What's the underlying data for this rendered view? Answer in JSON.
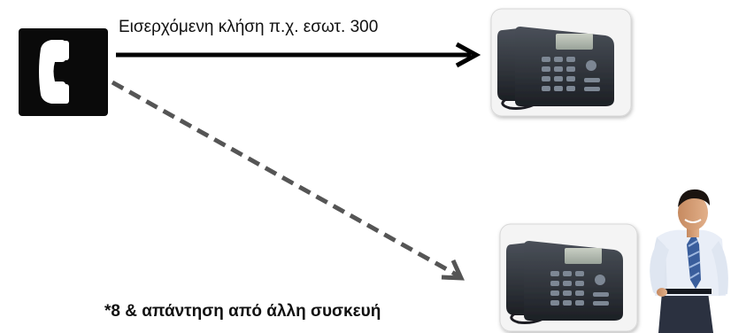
{
  "diagram": {
    "incoming_call_label": "Εισερχόμενη κλήση π.χ. εσωτ. 300",
    "pickup_label": "*8 & απάντηση από άλλη συσκευή"
  },
  "icons": {
    "call_source": "telephone-handset-icon",
    "target_phone": "ip-desk-phone",
    "pickup_phone": "ip-desk-phone",
    "person": "businessman"
  },
  "colors": {
    "icon_bg": "#0a0a0a",
    "arrow_solid": "#000000",
    "arrow_dashed": "#555555",
    "phone_body": "#2b2f36"
  }
}
